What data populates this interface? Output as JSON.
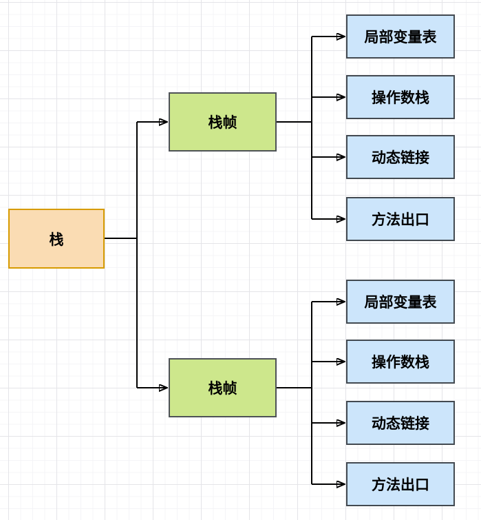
{
  "diagram": {
    "root": {
      "label": "栈",
      "fill": "#FADCB3",
      "stroke": "#D79B00"
    },
    "groups": [
      {
        "frame": {
          "label": "栈帧",
          "fill": "#CDE78C",
          "stroke": "#4D5156"
        },
        "children": [
          {
            "label": "局部变量表"
          },
          {
            "label": "操作数栈"
          },
          {
            "label": "动态链接"
          },
          {
            "label": "方法出口"
          }
        ]
      },
      {
        "frame": {
          "label": "栈帧",
          "fill": "#CDE78C",
          "stroke": "#4D5156"
        },
        "children": [
          {
            "label": "局部变量表"
          },
          {
            "label": "操作数栈"
          },
          {
            "label": "动态链接"
          },
          {
            "label": "方法出口"
          }
        ]
      }
    ],
    "child_style": {
      "fill": "#CCE5FB",
      "stroke": "#424950"
    },
    "connector_color": "#000000"
  }
}
